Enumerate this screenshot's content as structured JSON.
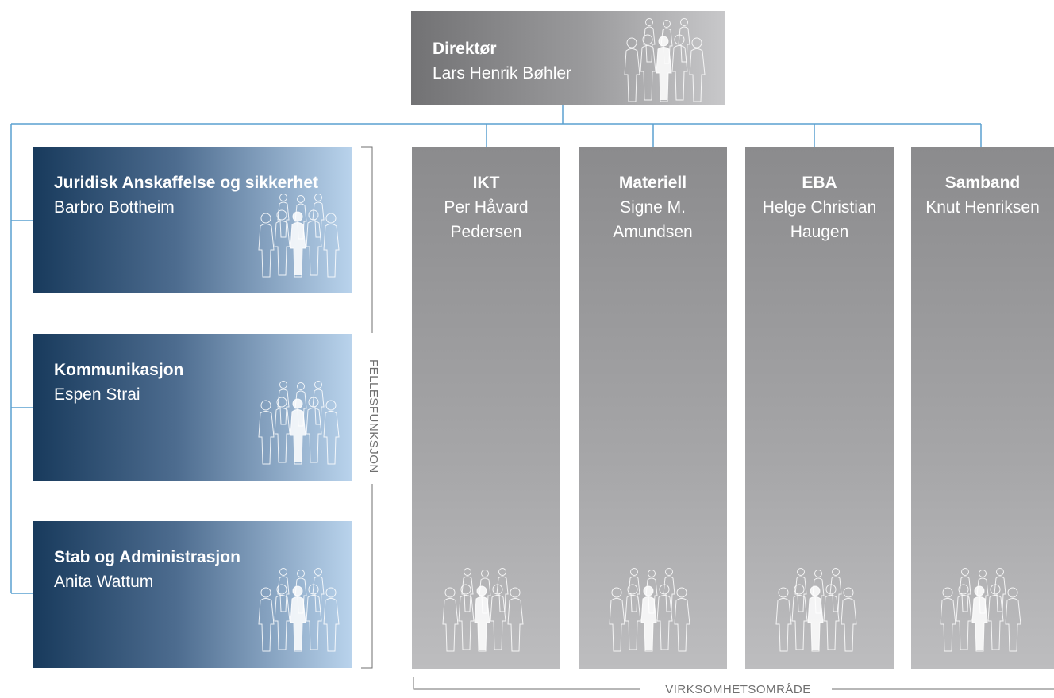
{
  "director": {
    "title": "Direktør",
    "name": "Lars Henrik Bøhler",
    "icon": "people-group-icon"
  },
  "felles": {
    "label": "FELLESFUNKSJON",
    "units": [
      {
        "title": "Juridisk Anskaffelse og sikkerhet",
        "name": "Barbro Bottheim",
        "icon": "people-group-icon"
      },
      {
        "title": "Kommunikasjon",
        "name": "Espen Strai",
        "icon": "people-group-icon"
      },
      {
        "title": "Stab og Administrasjon",
        "name": "Anita Wattum",
        "icon": "people-group-icon"
      }
    ]
  },
  "virksomhet": {
    "label": "VIRKSOMHETSOMRÅDE",
    "units": [
      {
        "title": "IKT",
        "name": "Per Håvard Pedersen",
        "icon": "people-group-icon"
      },
      {
        "title": "Materiell",
        "name": "Signe M. Amundsen",
        "icon": "people-group-icon"
      },
      {
        "title": "EBA",
        "name": "Helge Christian Haugen",
        "icon": "people-group-icon"
      },
      {
        "title": "Samband",
        "name": "Knut Henriksen",
        "icon": "people-group-icon"
      }
    ]
  },
  "colors": {
    "connector": "#5aa0d0",
    "director_box": "#8a8a8c",
    "staff_box_dark": "#183a5c",
    "staff_box_light": "#b9d3ec",
    "area_box": "#9a9a9c"
  }
}
